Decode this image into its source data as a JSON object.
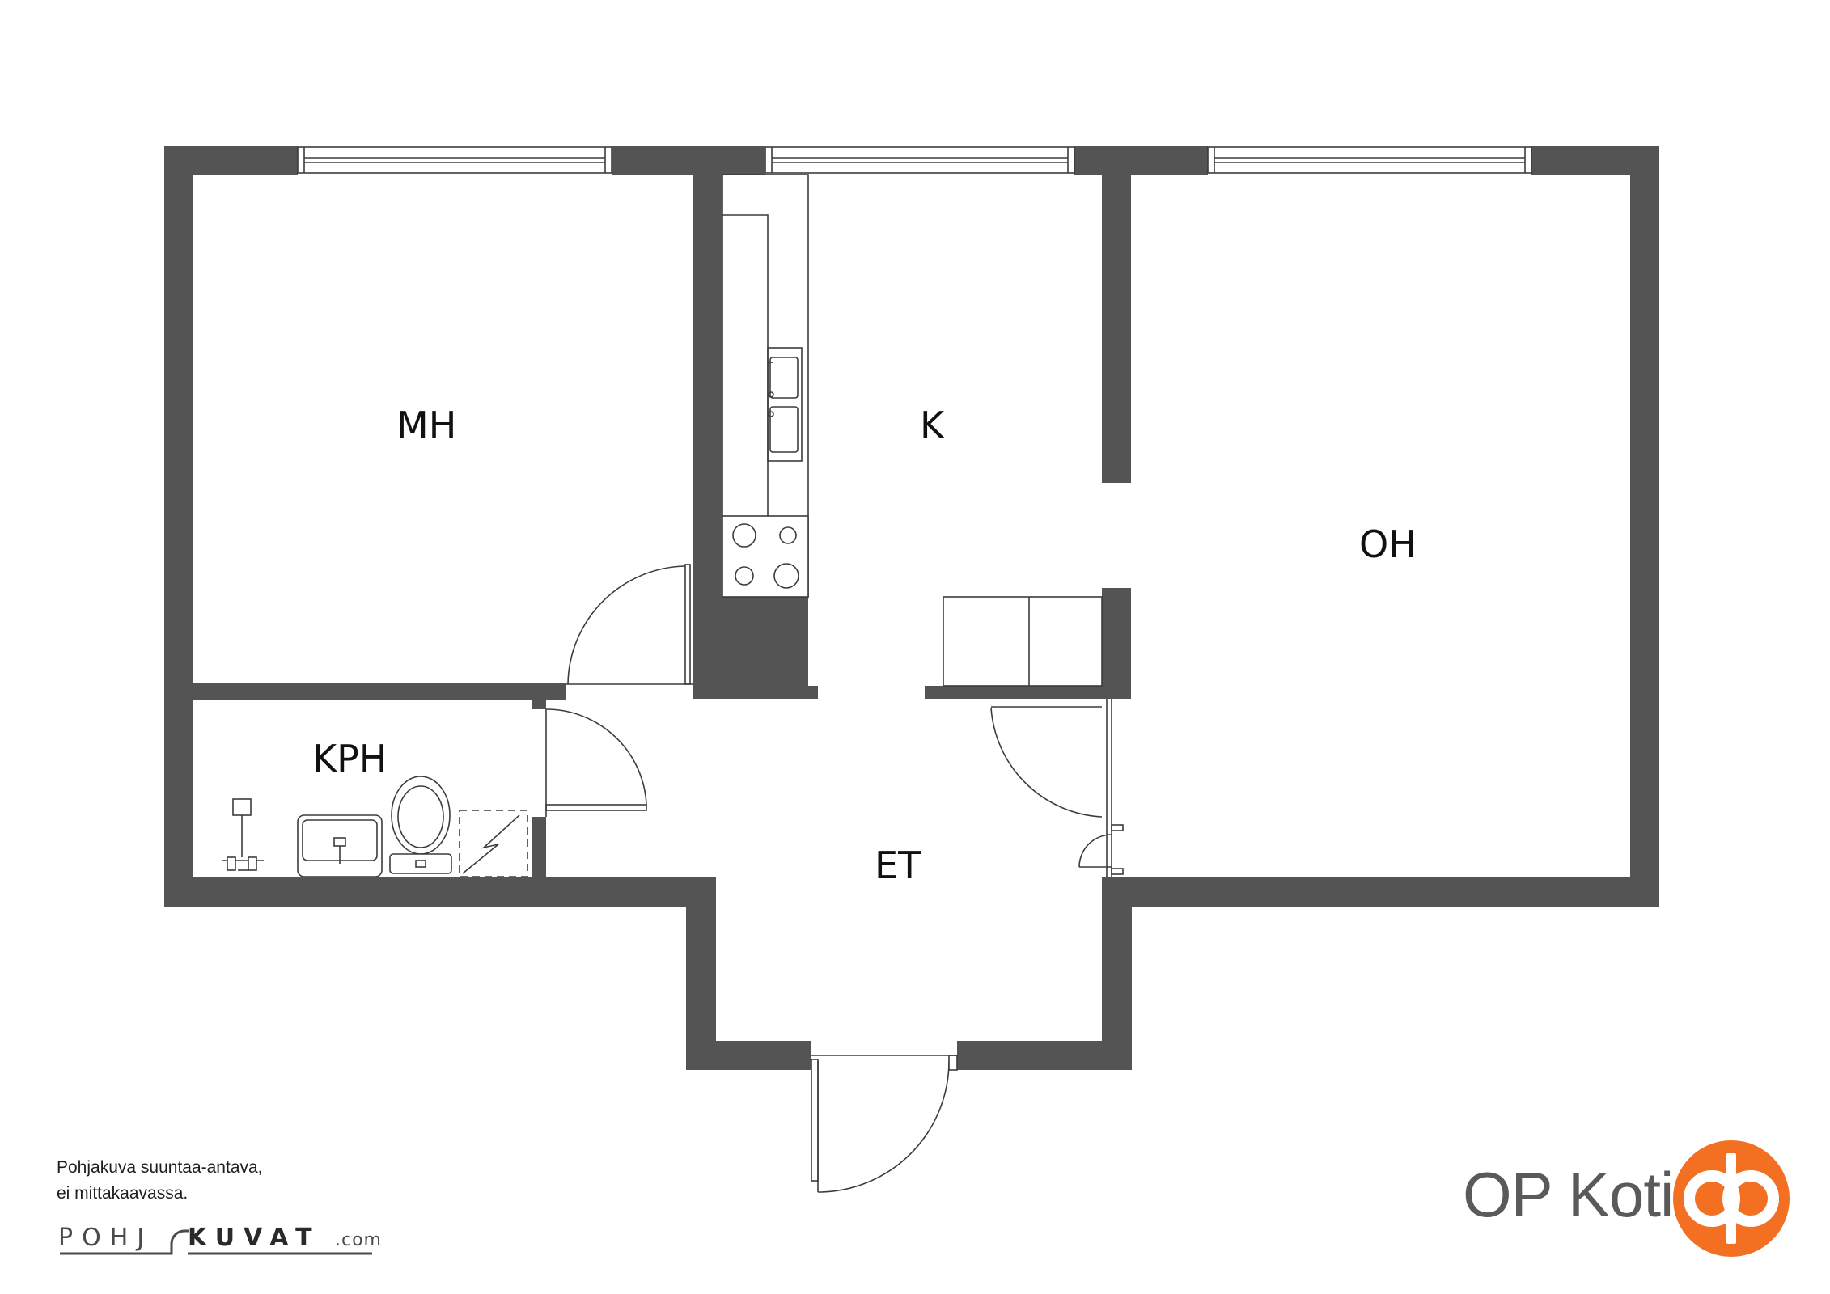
{
  "rooms": {
    "mh": "MH",
    "k": "K",
    "oh": "OH",
    "kph": "KPH",
    "et": "ET"
  },
  "disclaimer": {
    "line1": "Pohjakuva suuntaa-antava,",
    "line2": "ei mittakaavassa."
  },
  "pohjakuvat_logo": {
    "part1": "POHJ",
    "part2": "KUVAT",
    "part3": ".com"
  },
  "brand": {
    "name": "OP Koti",
    "logo_icon": "op-logo-icon",
    "logo_color": "#f36f21"
  },
  "colors": {
    "wall": "#545454",
    "line": "#3c3c3c"
  }
}
